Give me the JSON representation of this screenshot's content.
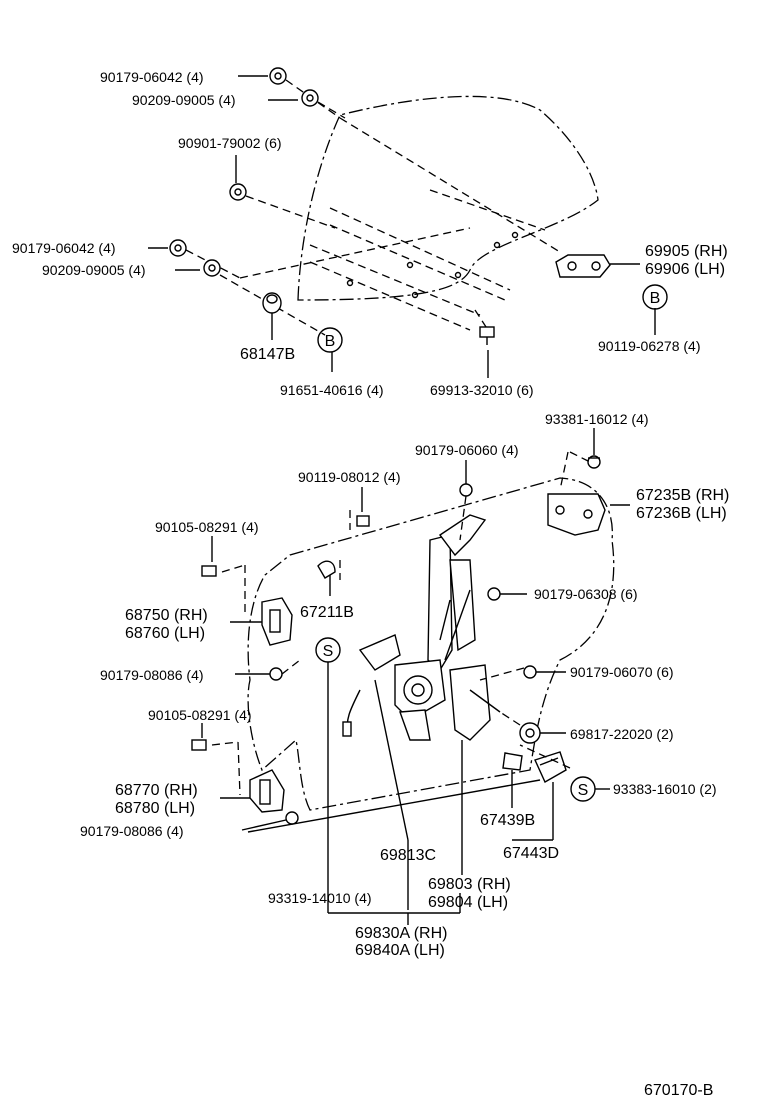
{
  "labels": {
    "l01": "90179-06042 (4)",
    "l02": "90209-09005 (4)",
    "l03": "90901-79002 (6)",
    "l04": "90179-06042 (4)",
    "l05": "90209-09005 (4)",
    "l06": "69905 (RH)",
    "l07": "69906 (LH)",
    "l08": "68147B",
    "l09": "90119-06278 (4)",
    "l10": "91651-40616 (4)",
    "l11": "69913-32010 (6)",
    "l12": "93381-16012 (4)",
    "l13": "90179-06060 (4)",
    "l14": "90119-08012 (4)",
    "l15": "67235B (RH)",
    "l16": "67236B (LH)",
    "l17": "90105-08291 (4)",
    "l18": "67211B",
    "l19": "90179-06308 (6)",
    "l20": "68750 (RH)",
    "l21": "68760 (LH)",
    "l22": "90179-08086 (4)",
    "l23": "90179-06070 (6)",
    "l24": "90105-08291 (4)",
    "l25": "69817-22020 (2)",
    "l26": "68770 (RH)",
    "l27": "68780 (LH)",
    "l28": "93383-16010 (2)",
    "l29": "90179-08086 (4)",
    "l30": "67439B",
    "l31": "69813C",
    "l32": "67443D",
    "l33": "69803 (RH)",
    "l34": "69804 (LH)",
    "l35": "93319-14010 (4)",
    "l36": "69830A (RH)",
    "l37": "69840A (LH)",
    "l38": "670170-B"
  },
  "markers": {
    "b": "B",
    "s": "S"
  }
}
